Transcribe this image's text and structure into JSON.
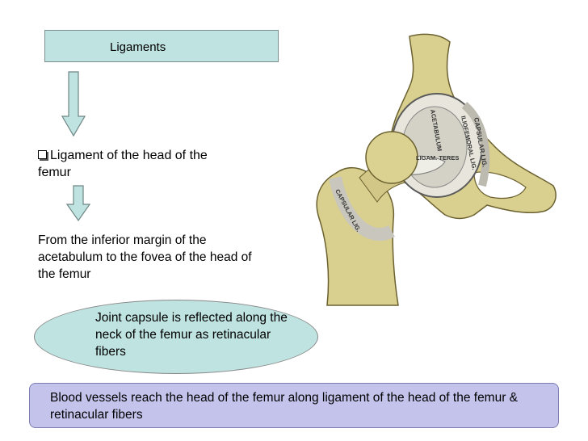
{
  "title_box": {
    "label": "Ligaments"
  },
  "bullet": {
    "text": "Ligament of the head of the femur"
  },
  "description": {
    "text": "From the inferior margin of the acetabulum to the fovea of the head of the femur"
  },
  "ellipse": {
    "text": "Joint capsule is reflected along the neck of the femur as retinacular fibers"
  },
  "note": {
    "text": "Blood vessels reach the head of the femur along ligament of the head of the femur & retinacular fibers"
  },
  "illustration": {
    "labels": {
      "acetabulum": "ACETABULUM",
      "iliofemoral": "ILIOFEMORAL LIG.",
      "capsular_right": "CAPSULAR LIG.",
      "ligam_teres": "LIGAM. TERES",
      "capsular_left": "CAPSULAR LIG."
    }
  },
  "colors": {
    "box_fill": "#bfe3e1",
    "note_fill": "#c3c3ec",
    "arrow_fill": "#bfe3e1",
    "bone": "#d9cf8f"
  }
}
